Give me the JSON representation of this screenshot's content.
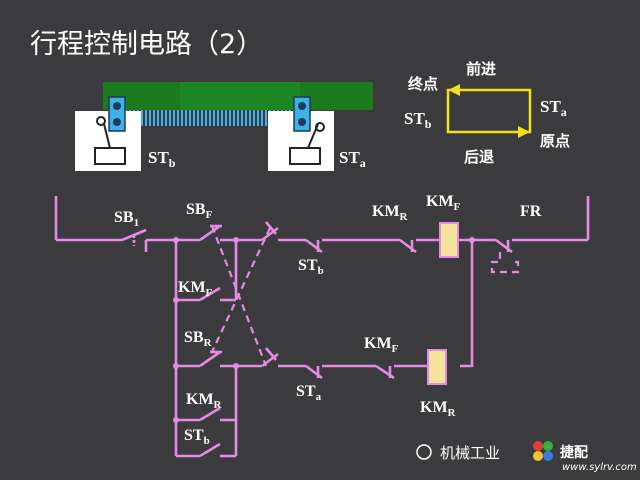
{
  "title": "行程控制电路（2）",
  "direction": {
    "forward": "前进",
    "backward": "后退",
    "end_point": "终点",
    "origin": "原点",
    "stb_main": "ST",
    "stb_sub": "b",
    "sta_main": "ST",
    "sta_sub": "a"
  },
  "table": {
    "stb_main": "ST",
    "stb_sub": "b",
    "sta_main": "ST",
    "sta_sub": "a"
  },
  "circuit": {
    "sb1_main": "SB",
    "sb1_sub": "1",
    "sbf_main": "SB",
    "sbf_sub": "F",
    "kmr_top_main": "KM",
    "kmr_top_sub": "R",
    "kmf_coil_main": "KM",
    "kmf_coil_sub": "F",
    "fr": "FR",
    "stb_mid_main": "ST",
    "stb_mid_sub": "b",
    "kmf_hold_main": "KM",
    "kmf_hold_sub": "F",
    "sbr_main": "SB",
    "sbr_sub": "R",
    "kmf_inter_main": "KM",
    "kmf_inter_sub": "F",
    "sta_low_main": "ST",
    "sta_low_sub": "a",
    "kmr_coil_main": "KM",
    "kmr_coil_sub": "R",
    "kmr_hold_main": "KM",
    "kmr_hold_sub": "R",
    "stb_low_main": "ST",
    "stb_low_sub": "b"
  },
  "watermark": {
    "text": "机械工业",
    "brand": "捷配",
    "site": "www.sylrv.com"
  },
  "colors": {
    "background": "#3b3b3d",
    "wire": "#e58be6",
    "coil": "#f3e49a",
    "track": "#1c7a1c",
    "spring": "#3fb0e8",
    "arrow": "#f2e01a"
  }
}
